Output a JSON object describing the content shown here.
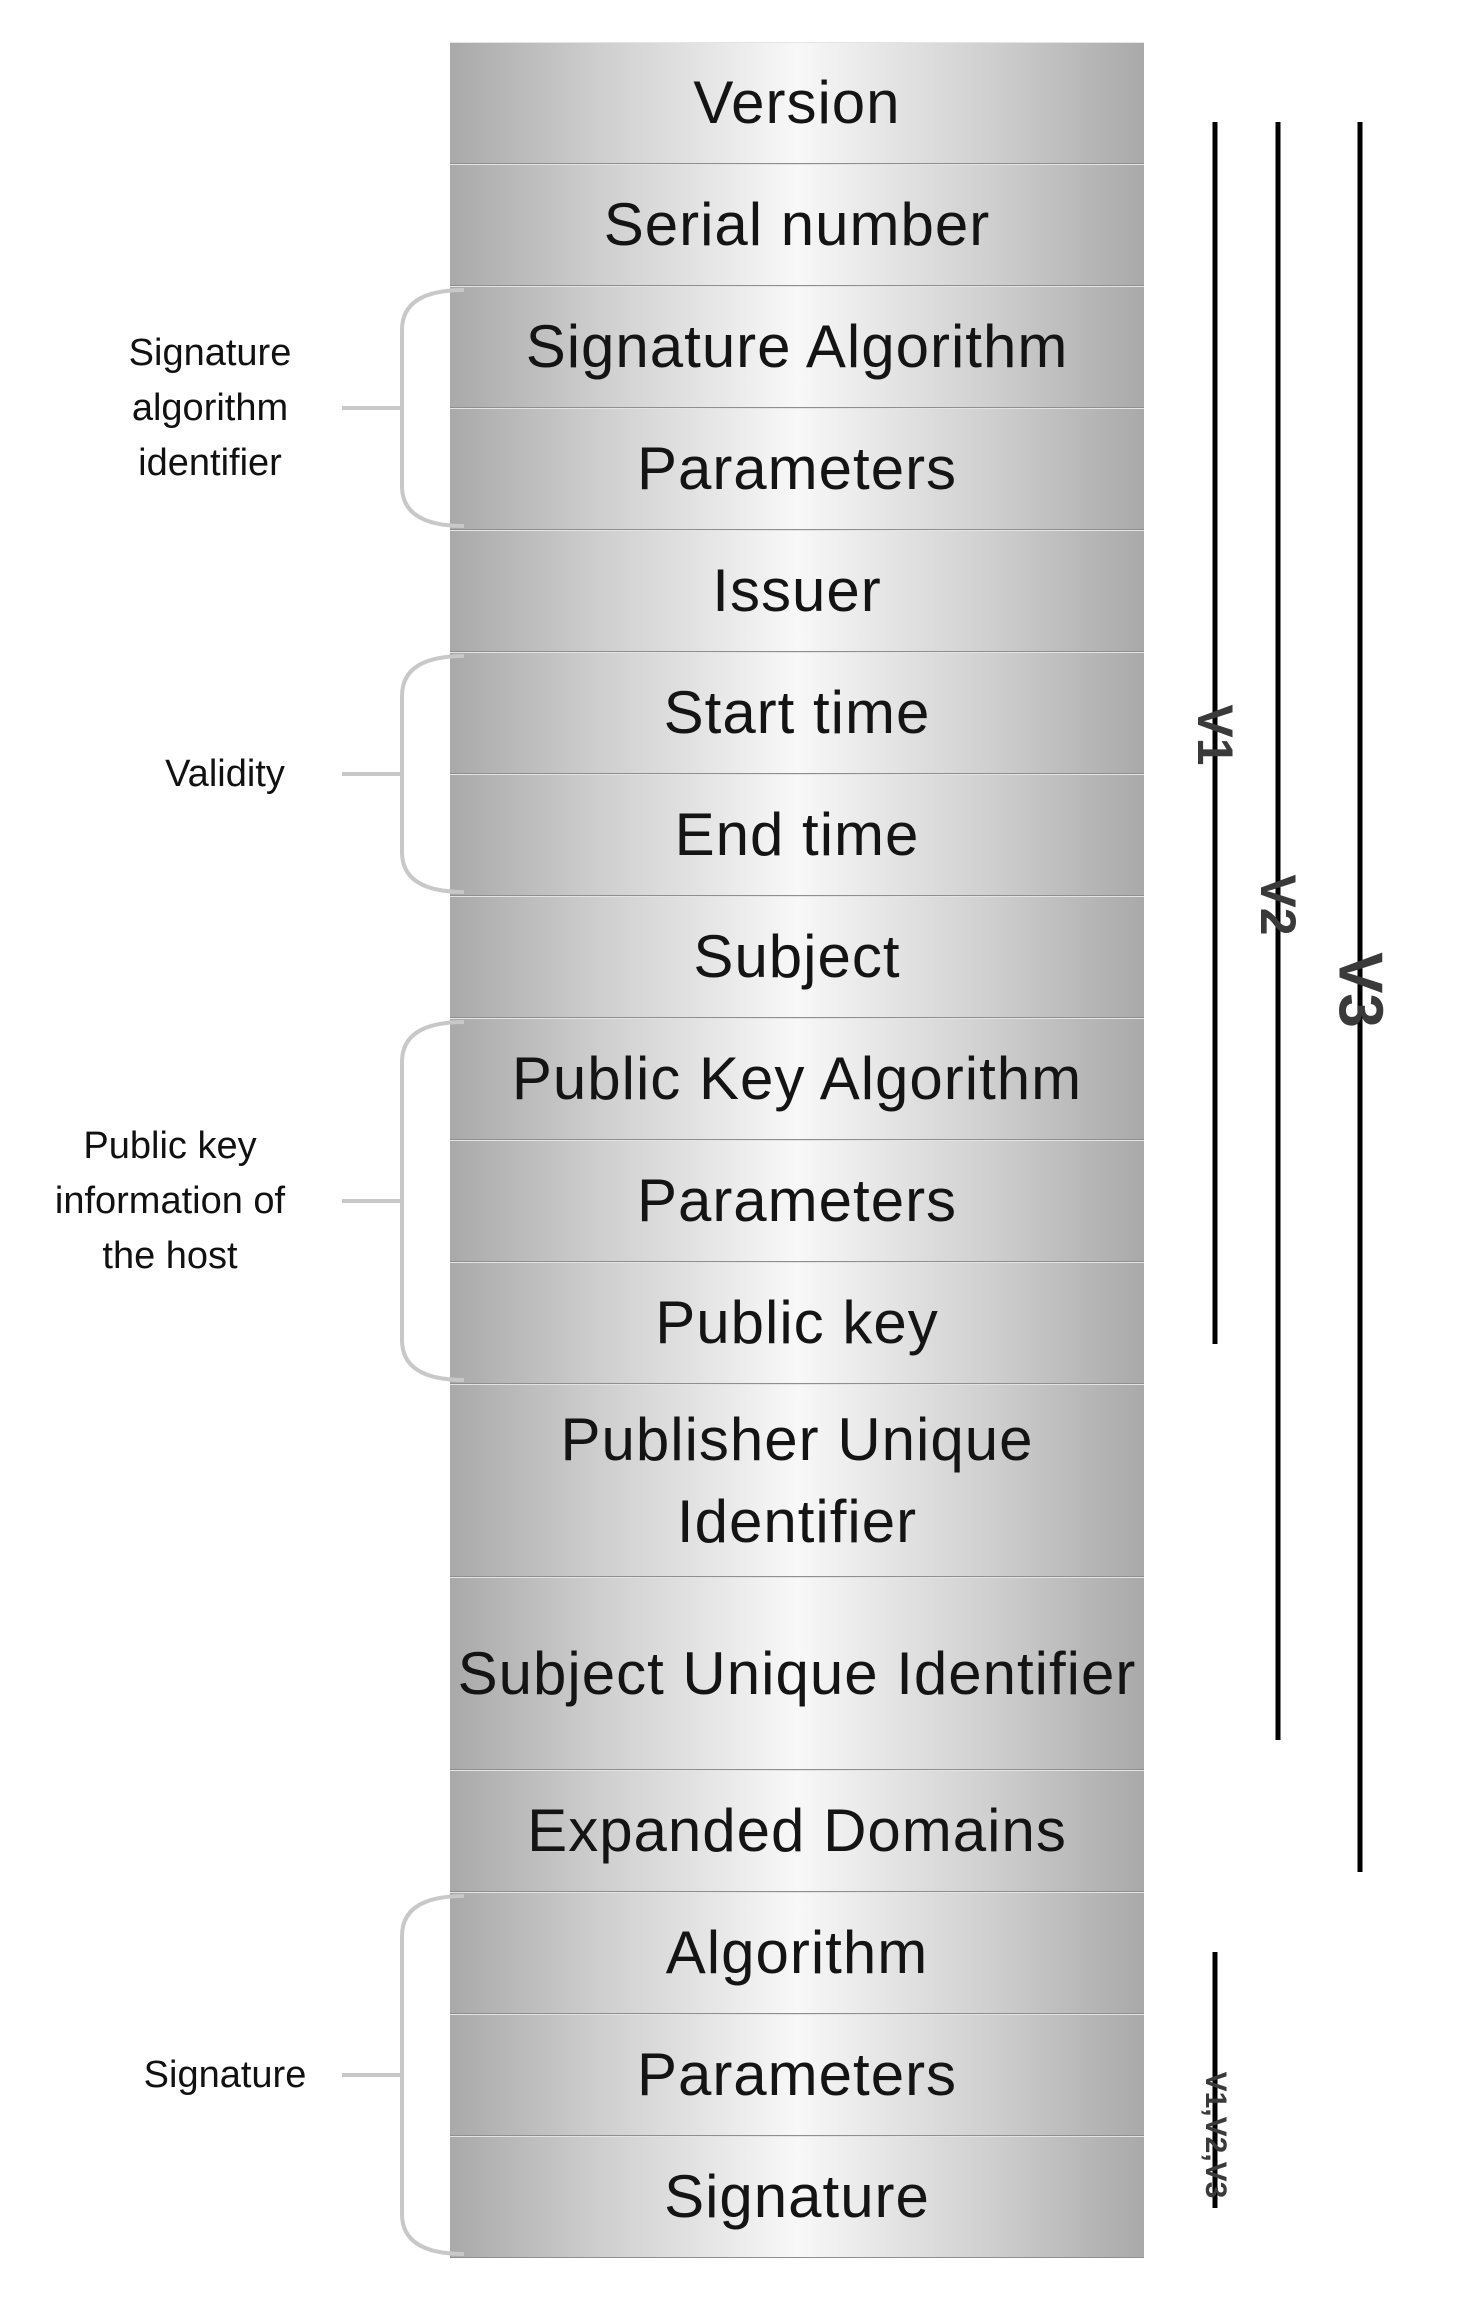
{
  "fields": [
    {
      "label": "Version"
    },
    {
      "label": "Serial number"
    },
    {
      "label": "Signature Algorithm"
    },
    {
      "label": "Parameters"
    },
    {
      "label": "Issuer"
    },
    {
      "label": "Start time"
    },
    {
      "label": "End time"
    },
    {
      "label": "Subject"
    },
    {
      "label": "Public Key Algorithm"
    },
    {
      "label": "Parameters"
    },
    {
      "label": "Public key"
    },
    {
      "label": "Publisher Unique\nIdentifier"
    },
    {
      "label": "Subject Unique\nIdentifier"
    },
    {
      "label": "Expanded Domains"
    },
    {
      "label": "Algorithm"
    },
    {
      "label": "Parameters"
    },
    {
      "label": "Signature"
    }
  ],
  "groups": [
    {
      "label": "Signature\nalgorithm\nidentifier",
      "first_field": 2,
      "last_field": 3
    },
    {
      "label": "Validity",
      "first_field": 5,
      "last_field": 6
    },
    {
      "label": "Public key\ninformation of\nthe host",
      "first_field": 8,
      "last_field": 10
    },
    {
      "label": "Signature",
      "first_field": 14,
      "last_field": 16
    }
  ],
  "versions": [
    {
      "label": "V1",
      "first_field": 0,
      "last_field": 10
    },
    {
      "label": "V2",
      "first_field": 0,
      "last_field": 12
    },
    {
      "label": "V3",
      "first_field": 0,
      "last_field": 13
    },
    {
      "label": "V1,V2,V3",
      "first_field": 14,
      "last_field": 16
    }
  ],
  "colors": {
    "line": "#000000",
    "bracket": "#c8c8c8",
    "text": "#141414"
  }
}
